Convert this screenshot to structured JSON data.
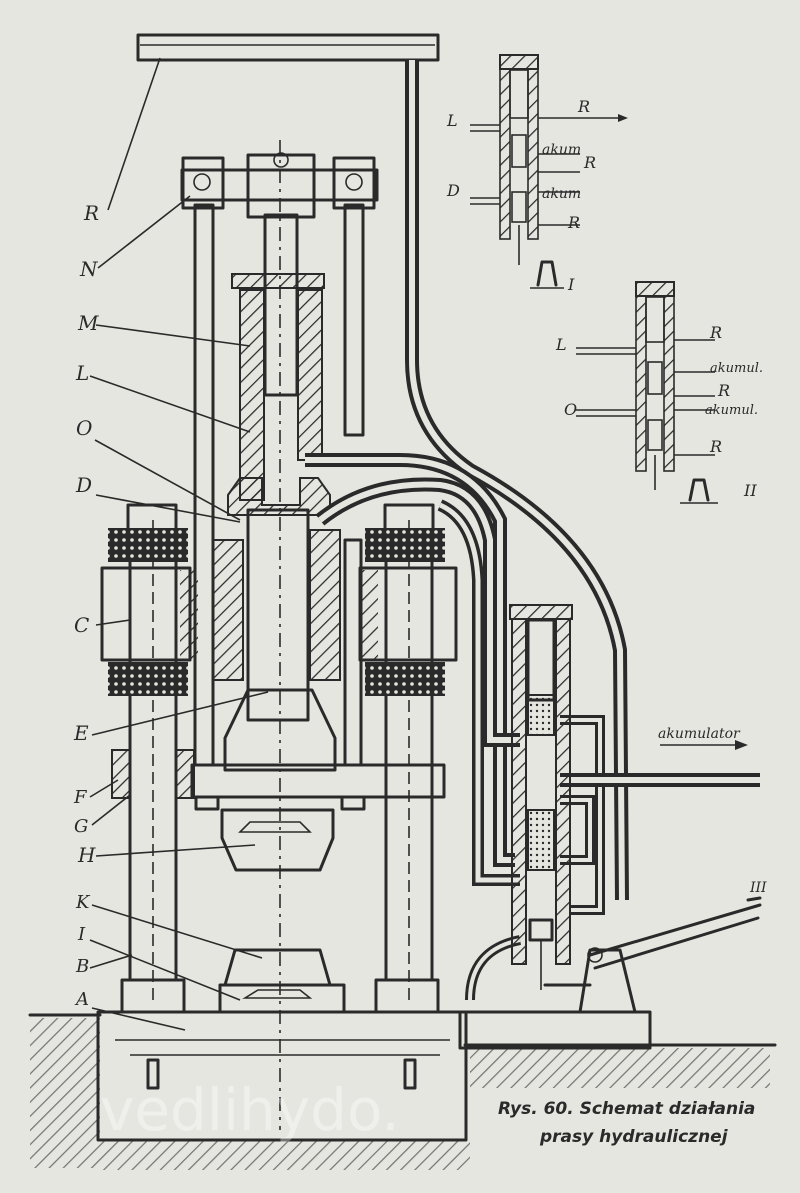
{
  "caption": {
    "line1": "Rys. 60. Schemat działania",
    "line2": "prasy hydraulicznej"
  },
  "main_labels": {
    "R": "R",
    "N": "N",
    "M": "M",
    "L": "L",
    "O": "O",
    "D": "D",
    "C": "C",
    "E": "E",
    "F": "F",
    "G": "G",
    "H": "H",
    "K": "K",
    "I": "I",
    "B": "B",
    "A": "A"
  },
  "valve_top": {
    "L": "L",
    "R1": "R",
    "akum1": "akum",
    "R2": "R",
    "D": "D",
    "akum2": "akum",
    "R3": "R",
    "roman": "I"
  },
  "valve_mid": {
    "L": "L",
    "R1": "R",
    "akum1": "akumul.",
    "R2": "R",
    "O": "O",
    "akum2": "akumul.",
    "R3": "R",
    "roman": "II"
  },
  "accumulator_label": "akumulator",
  "lever_roman": "III",
  "watermark": "vedlihydo."
}
